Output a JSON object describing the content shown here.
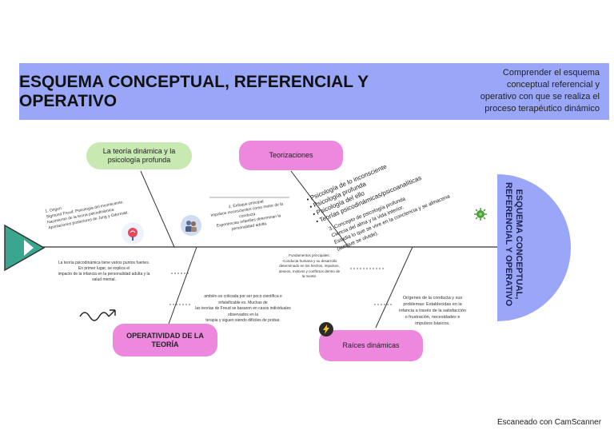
{
  "header": {
    "title_line1": "ESQUEMA CONCEPTUAL, REFERENCIAL Y",
    "title_line2": "OPERATIVO",
    "objective_lines": [
      "Comprender el esquema",
      "conceptual referencial y",
      "operativo con que se realiza el",
      "proceso terapéutico dinámico"
    ]
  },
  "fish_head": {
    "line1": "ESQUEMA CONCEPTUAL,",
    "line2": "REFERENCIAL Y OPERATIVO"
  },
  "nodes": {
    "teoria": {
      "line1": "La teoría dinámica y la",
      "line2": "psicología profunda"
    },
    "teorizaciones": {
      "label": "Teorizaciones"
    },
    "operatividad": {
      "line1": "OPERATIVIDAD DE LA",
      "line2": "TEORÍA"
    },
    "raices": {
      "label": "Raíces dinámicas"
    }
  },
  "notes": {
    "origen": [
      "1. Origen",
      "Sigmund Freud: Psicología del inconsciente.",
      "Nacimiento de la teoría psicodinámica.",
      "Aportaciones posteriores de Jung y Odermatt."
    ],
    "enfoque": [
      "2. Enfoque principal",
      "Impulsos inconscientes como motor de la",
      "conducta.",
      "Experiencias infantiles determinan la",
      "personalidad adulta."
    ],
    "teorizaciones_list": [
      "• Psicología de lo inconsciente",
      "• Psicología profunda",
      "• Psicología del ello",
      "• Teorías psicodinámicas/psicoanalíticas"
    ],
    "concepto": [
      "3. Concepto de psicología profunda",
      "Ciencia del alma y la vida interior.",
      "Estudia lo que se vive en la conciencia y se almacena",
      "(aunque se olvide)."
    ],
    "fortalezas": [
      "La teoría psicodinámica tiene varios puntos fuertes.",
      "En primer lugar, se explica el",
      "impacto de la infancia en la personalidad adulta y la",
      "salud mental."
    ],
    "fundamentos": [
      "Fundamentos principales:",
      "-Conducta humana y su desarrollo",
      "determinado en los hechos, impulsos,",
      "deseos, motivos y conflictos dentro de",
      "la mente."
    ],
    "critica": [
      "ambién es criticada por ser poco científica e",
      "infalsificable es. Muchas de",
      "las teorías de Freud se basaron en casos individuales",
      "observados en la",
      "terapia y siguen siendo difíciles de probar."
    ],
    "origenes": [
      "Orígenes de la conducta y sus",
      "problemas: Establecidas en la",
      "infancia a través de la satisfacción",
      "o frustración, necesidades e",
      "impulsos básicos."
    ]
  },
  "footer": {
    "text": "Escaneado con CamScanner"
  },
  "colors": {
    "banner": "#9aa6f7",
    "pink": "#ee87de",
    "green": "#c8e9b2",
    "head": "#9aa6f7",
    "tail": "#3aa68f"
  },
  "icons": [
    "brain-icon",
    "people-icon",
    "virus-icon",
    "lightning-icon",
    "squiggle-arrow-icon"
  ]
}
